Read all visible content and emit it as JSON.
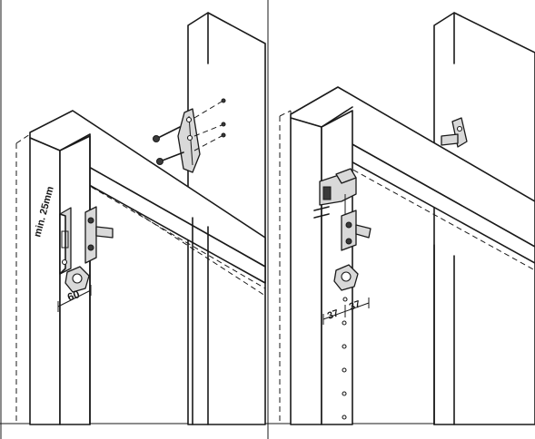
{
  "left_panel": {
    "min_thickness_label": "min. 25mm",
    "width_label": "60"
  },
  "right_panel": {
    "left_spacing_label": "37",
    "right_spacing_label": "37"
  },
  "colors": {
    "line": "#1a1a1a",
    "hardware_fill": "#d9d9d9",
    "background": "#ffffff"
  }
}
